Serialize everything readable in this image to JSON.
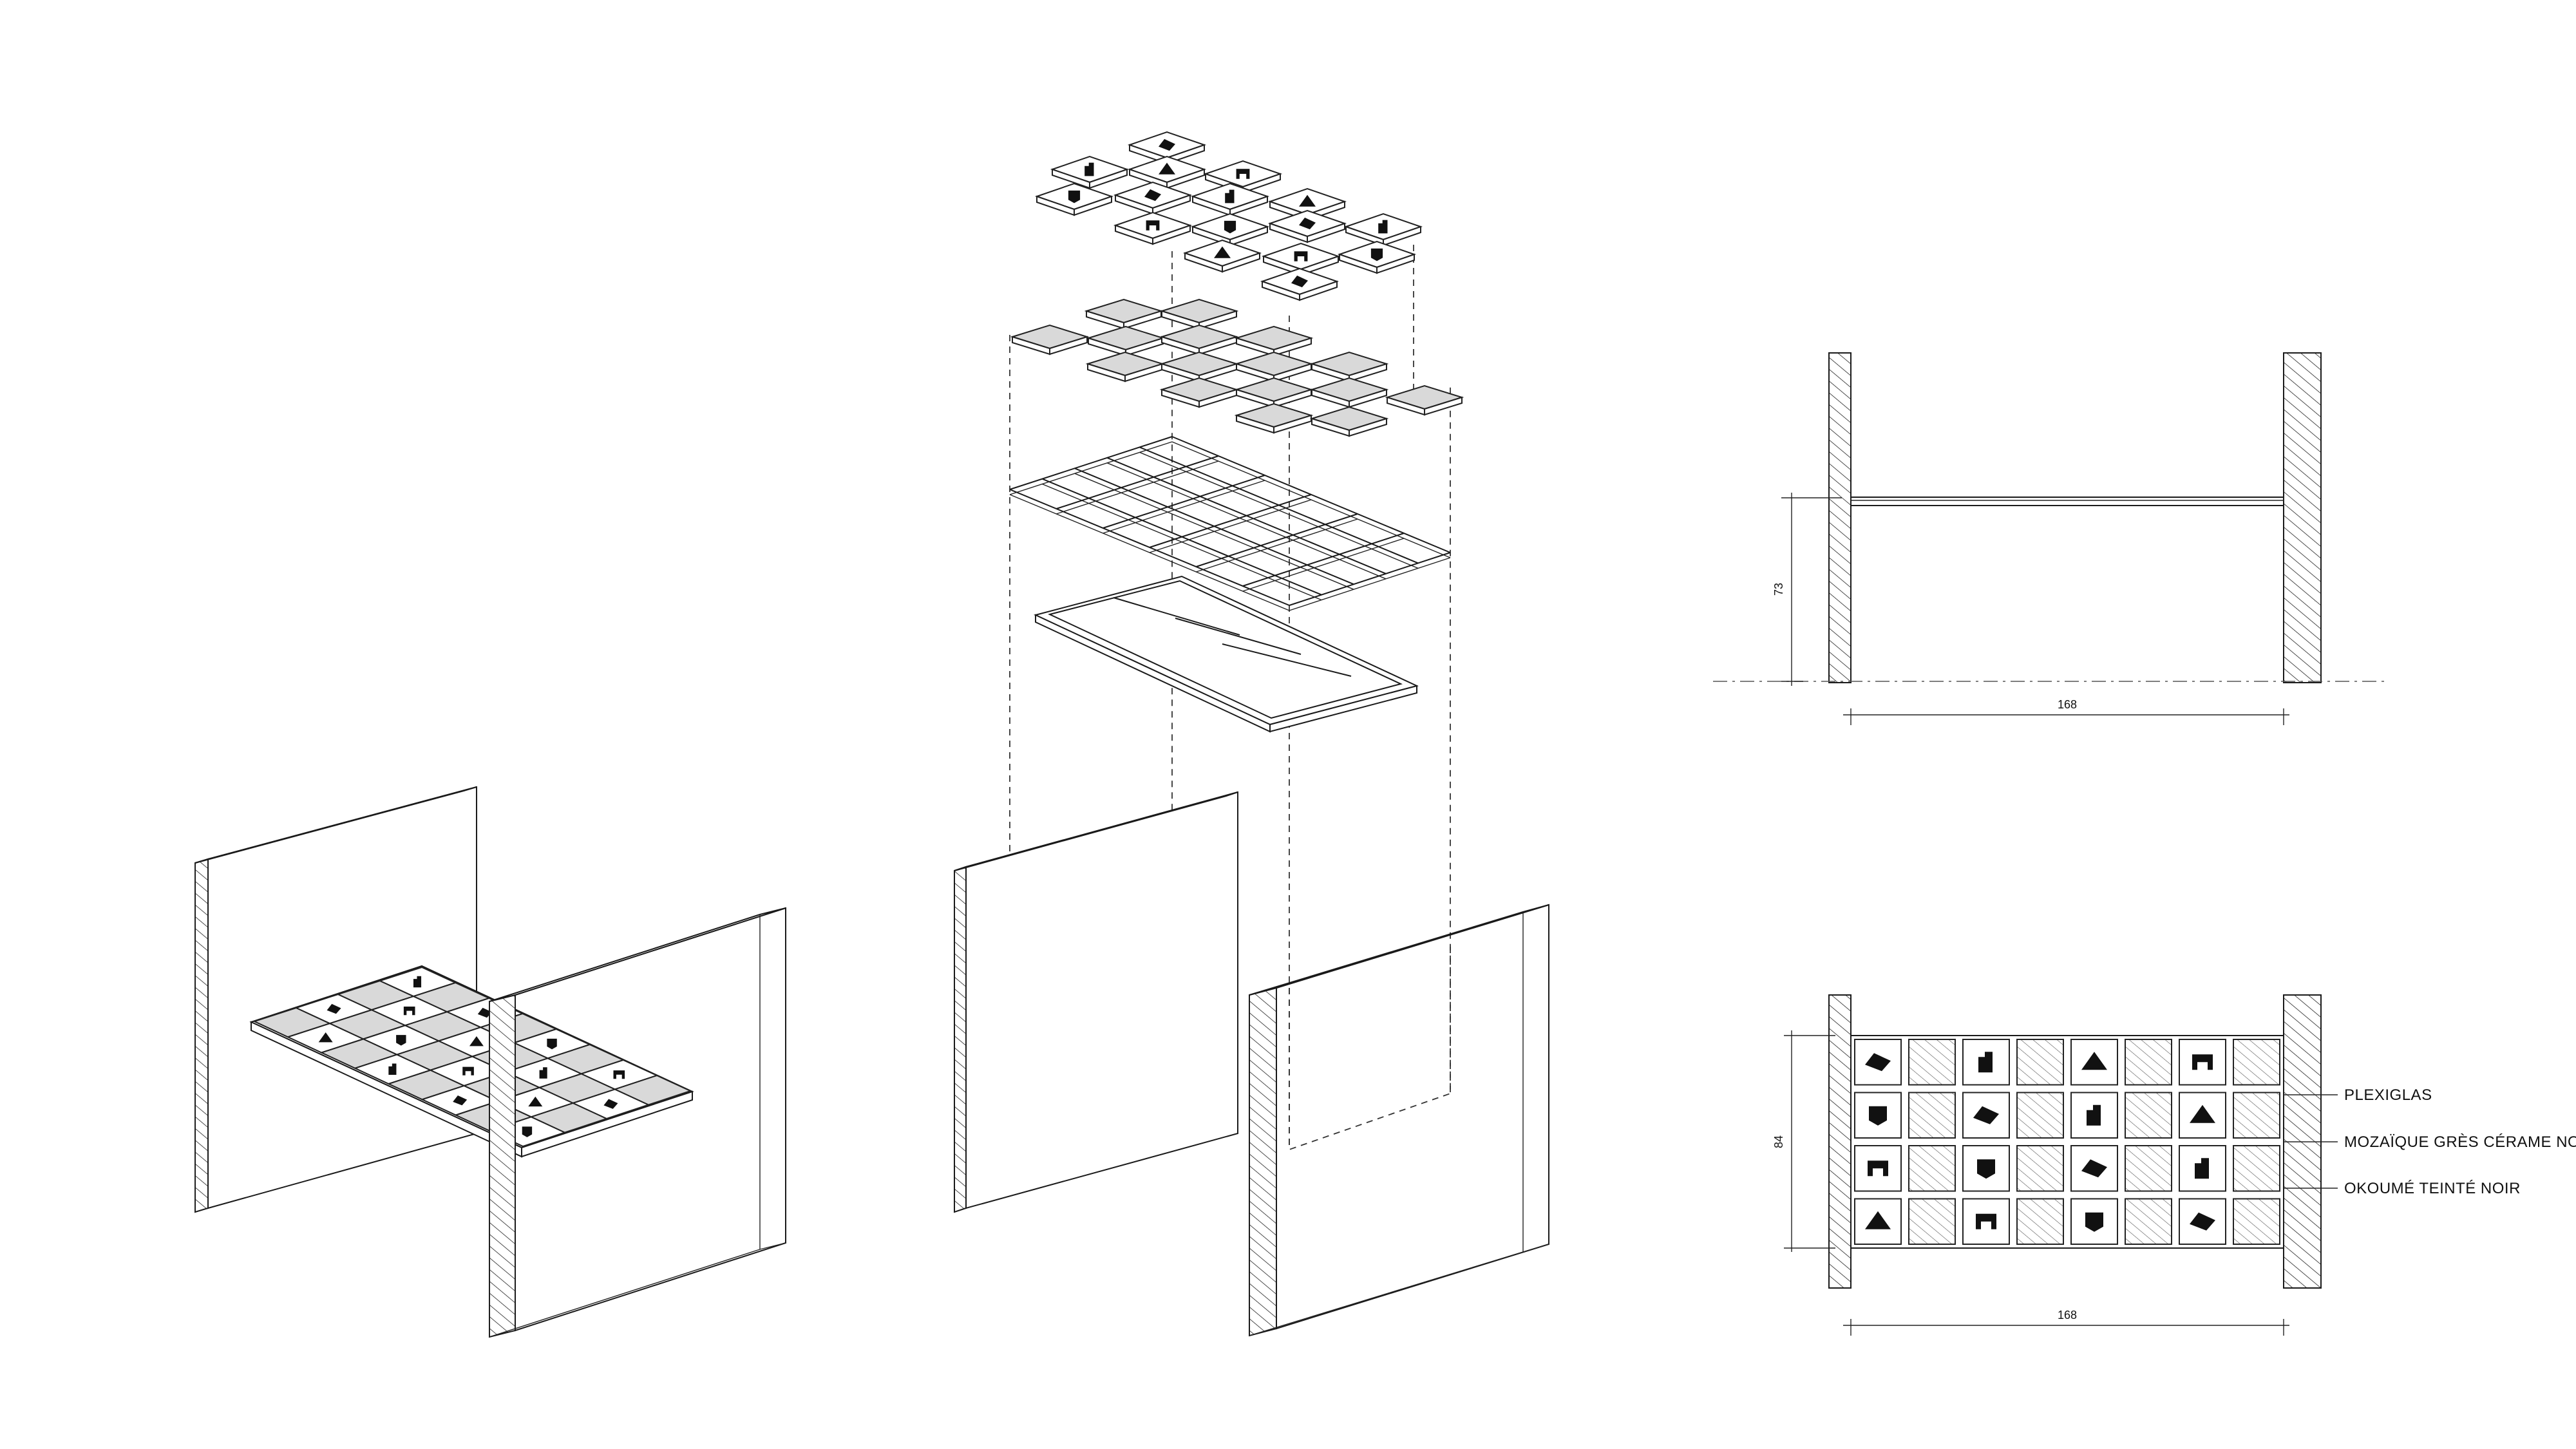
{
  "plan_section": {
    "height_dim": "73",
    "width_dim": "168"
  },
  "plan_top": {
    "height_dim": "84",
    "width_dim": "168",
    "labels": [
      "PLEXIGLAS",
      "MOZAÏQUE GRÈS CÉRAME NOIRE",
      "OKOUMÉ TEINTÉ NOIR"
    ]
  },
  "colors": {
    "ink": "#1a1a1a",
    "tile_gray": "#d9d9d9",
    "paper": "#ffffff"
  }
}
